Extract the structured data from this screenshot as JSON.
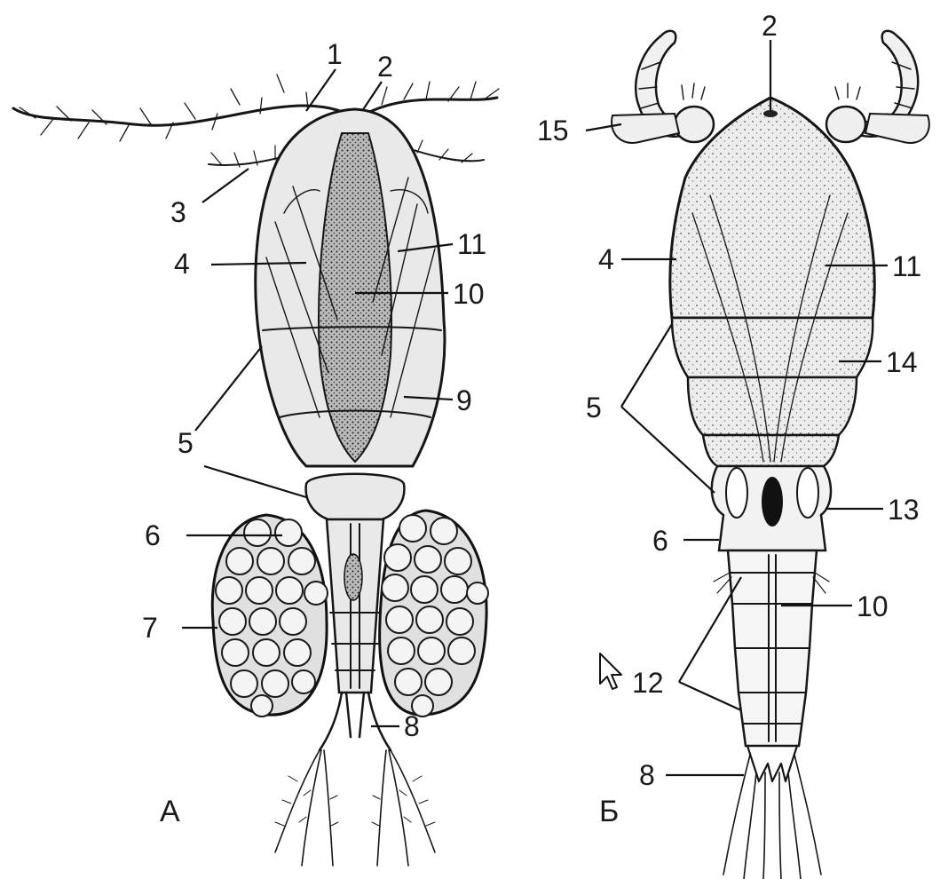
{
  "panels": [
    {
      "id": "A",
      "label": "А",
      "callouts": [
        "1",
        "2",
        "3",
        "4",
        "11",
        "10",
        "5",
        "9",
        "6",
        "7",
        "8"
      ]
    },
    {
      "id": "B",
      "label": "Б",
      "callouts": [
        "2",
        "15",
        "4",
        "11",
        "14",
        "5",
        "13",
        "6",
        "10",
        "12",
        "8"
      ]
    }
  ],
  "cursor_icon": "mouse-pointer-icon"
}
